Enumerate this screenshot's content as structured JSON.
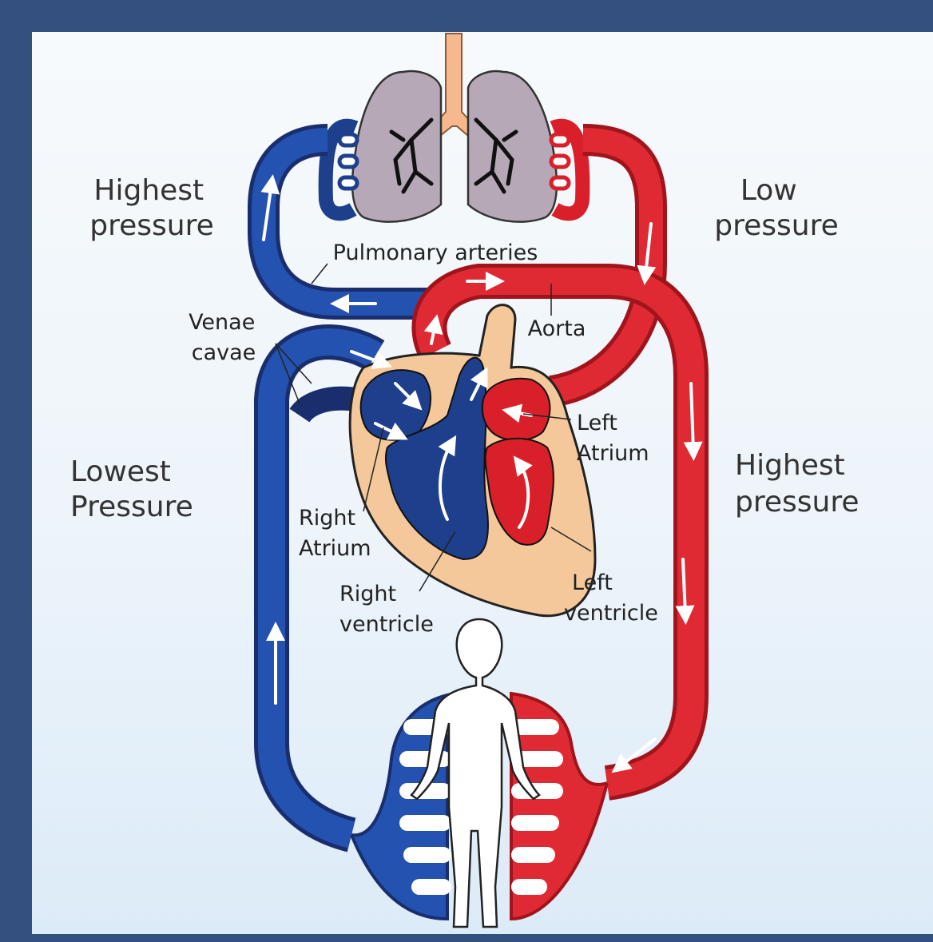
{
  "labels": {
    "highest_pressure_top_left": [
      "Highest",
      "pressure"
    ],
    "low_pressure": [
      "Low",
      "pressure"
    ],
    "pulmonary_arteries": "Pulmonary arteries",
    "venae_cavae": [
      "Venae",
      "cavae"
    ],
    "aorta": "Aorta",
    "left_atrium": [
      "Left",
      "Atrium"
    ],
    "lowest_pressure": [
      "Lowest",
      "Pressure"
    ],
    "highest_pressure_right": [
      "Highest",
      "pressure"
    ],
    "right_atrium": [
      "Right",
      "Atrium"
    ],
    "right_ventricle": [
      "Right",
      "ventricle"
    ],
    "left_ventricle": [
      "Left",
      "ventricle"
    ]
  },
  "colors": {
    "frame": "#34507e",
    "deoxygenated_blood": "#1e3f8c",
    "oxygenated_blood": "#d9202a",
    "heart_tissue": "#f4c89a",
    "lung": "#b7a8b7",
    "trachea": "#f5b98d",
    "body": "#ffffff"
  }
}
